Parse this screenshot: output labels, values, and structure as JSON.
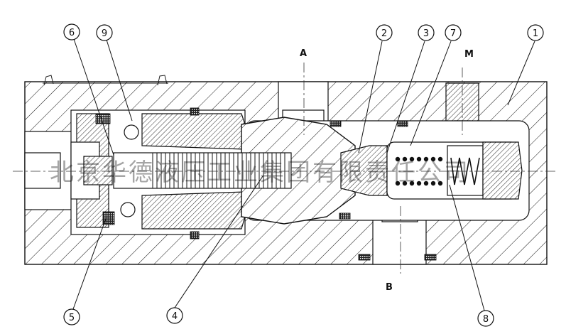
{
  "callouts": {
    "c1": "1",
    "c2": "2",
    "c3": "3",
    "c4": "4",
    "c5": "5",
    "c6": "6",
    "c7": "7",
    "c8": "8",
    "c9": "9"
  },
  "ports": {
    "a": "A",
    "b": "B",
    "m": "M"
  },
  "watermark": "北京华德液压工业集团有限责任公司"
}
